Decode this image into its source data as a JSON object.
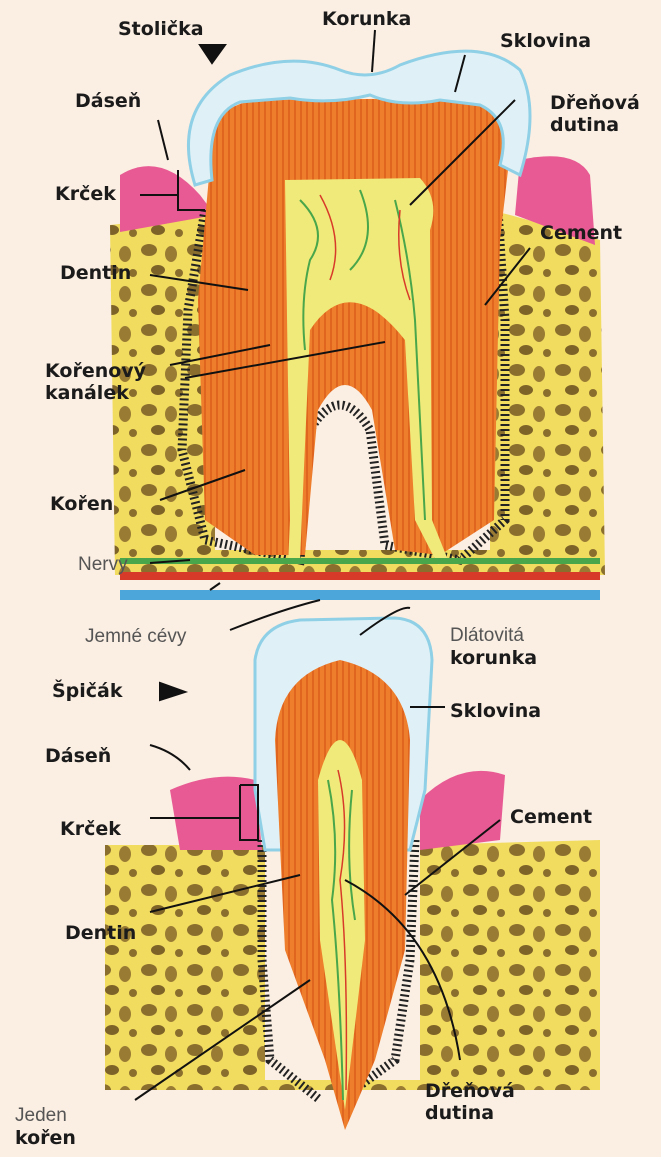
{
  "molar": {
    "section_label": "Stolička",
    "crown": "Korunka",
    "enamel": "Sklovina",
    "gum": "Dáseň",
    "pulp_cavity_line1": "Dřeňová",
    "pulp_cavity_line2": "dutina",
    "neck": "Krček",
    "cement": "Cement",
    "dentin": "Dentin",
    "root_canal_line1": "Kořenový",
    "root_canal_line2": "kanálek",
    "root": "Kořen",
    "nerves": "Nervy",
    "fine_vessels": "Jemné cévy"
  },
  "canine": {
    "crown_line1": "Dlátovitá",
    "crown_line2": "korunka",
    "section_label": "Špičák",
    "enamel": "Sklovina",
    "gum": "Dáseň",
    "cement": "Cement",
    "neck": "Krček",
    "dentin": "Dentin",
    "pulp_cavity_line1": "Dřeňová",
    "pulp_cavity_line2": "dutina",
    "single_root_line1": "Jeden",
    "single_root_line2": "kořen"
  },
  "colors": {
    "bone": "#f1dc60",
    "bone_pore": "#8a6e2e",
    "dentin": "#ee7d2c",
    "enamel": "#dff1f7",
    "enamel_edge": "#8fd0e6",
    "pulp": "#f0ea7a",
    "gum": "#e85a93",
    "nerve": "#4aa64a",
    "artery": "#d83a2a",
    "vein": "#4da6d9"
  }
}
